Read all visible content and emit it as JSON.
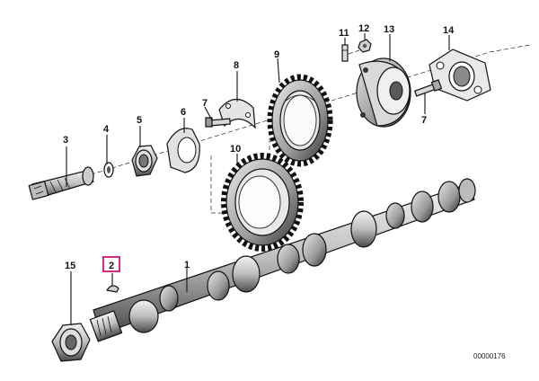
{
  "diagram": {
    "title": "Camshaft and timing gear parts diagram",
    "document_number": "00000176",
    "highlighted_callout": "2",
    "highlight_color": "#d0167a",
    "callouts": [
      {
        "id": "c1",
        "label": "1"
      },
      {
        "id": "c2",
        "label": "2"
      },
      {
        "id": "c3",
        "label": "3"
      },
      {
        "id": "c4",
        "label": "4"
      },
      {
        "id": "c5",
        "label": "5"
      },
      {
        "id": "c6",
        "label": "6"
      },
      {
        "id": "c7a",
        "label": "7"
      },
      {
        "id": "c7b",
        "label": "7"
      },
      {
        "id": "c8",
        "label": "8"
      },
      {
        "id": "c9",
        "label": "9"
      },
      {
        "id": "c10",
        "label": "10"
      },
      {
        "id": "c11",
        "label": "11"
      },
      {
        "id": "c12",
        "label": "12"
      },
      {
        "id": "c13",
        "label": "13"
      },
      {
        "id": "c14",
        "label": "14"
      },
      {
        "id": "c15",
        "label": "15"
      }
    ]
  }
}
